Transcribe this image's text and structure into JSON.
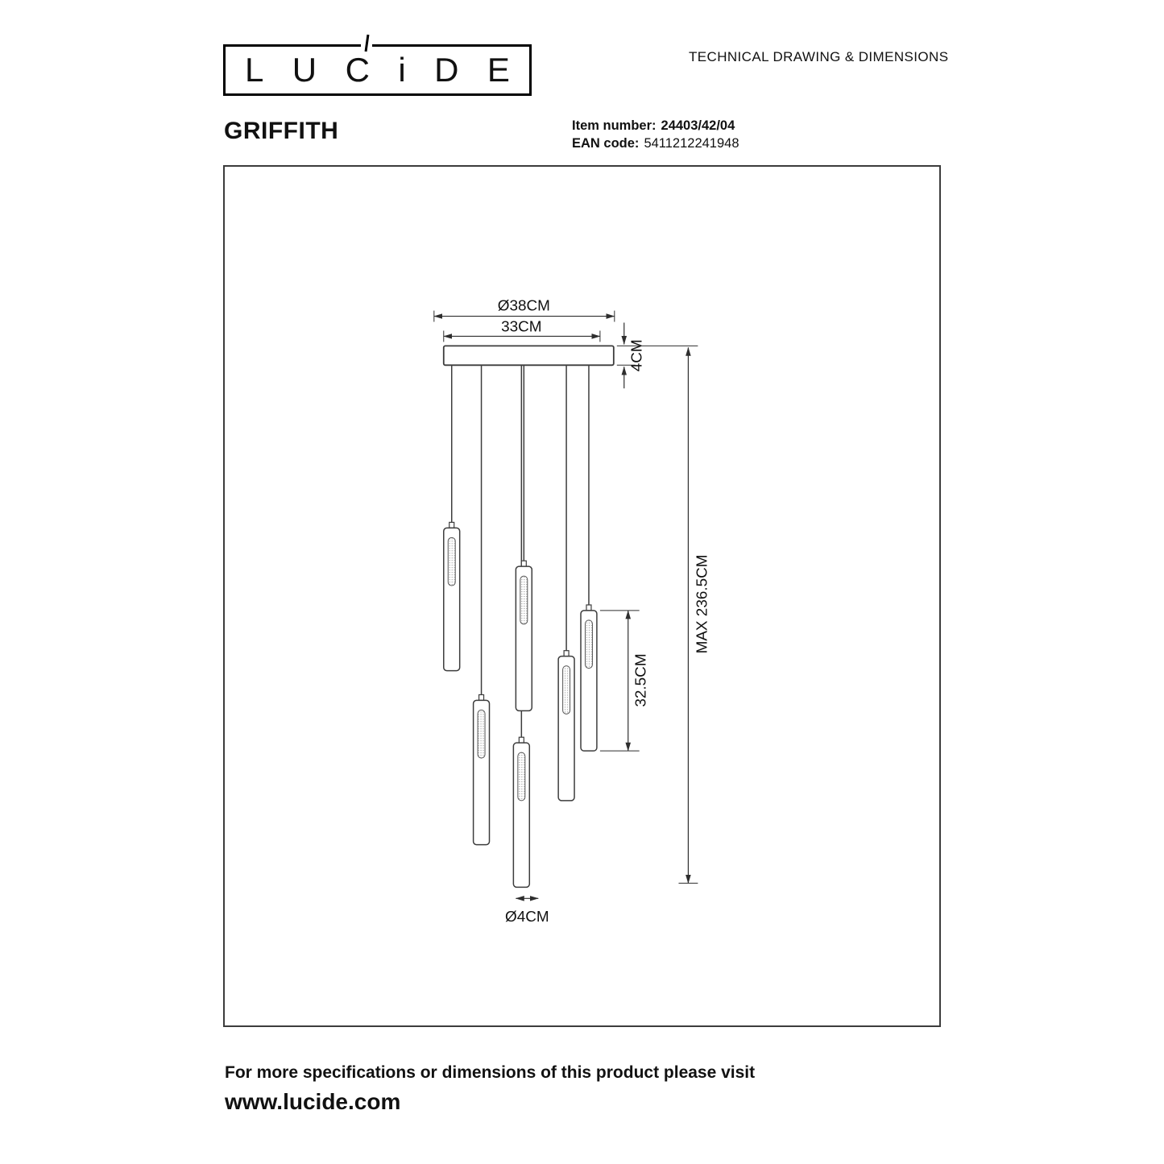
{
  "logo": {
    "letters": [
      "L",
      "U",
      "C",
      "i",
      "D",
      "E"
    ]
  },
  "header": {
    "title": "TECHNICAL DRAWING & DIMENSIONS"
  },
  "product": {
    "name": "GRIFFITH",
    "item_number_label": "Item number:",
    "item_number": "24403/42/04",
    "ean_label": "EAN code:",
    "ean": "5411212241948"
  },
  "drawing": {
    "dim_plate_diameter": "Ø38CM",
    "dim_plate_width": "33CM",
    "dim_plate_height": "4CM",
    "dim_max_drop": "MAX 236.5CM",
    "dim_tube_length": "32.5CM",
    "dim_tube_diameter": "Ø4CM"
  },
  "footer": {
    "line1": "For more specifications or dimensions of this product please visit",
    "line2": "www.lucide.com"
  }
}
